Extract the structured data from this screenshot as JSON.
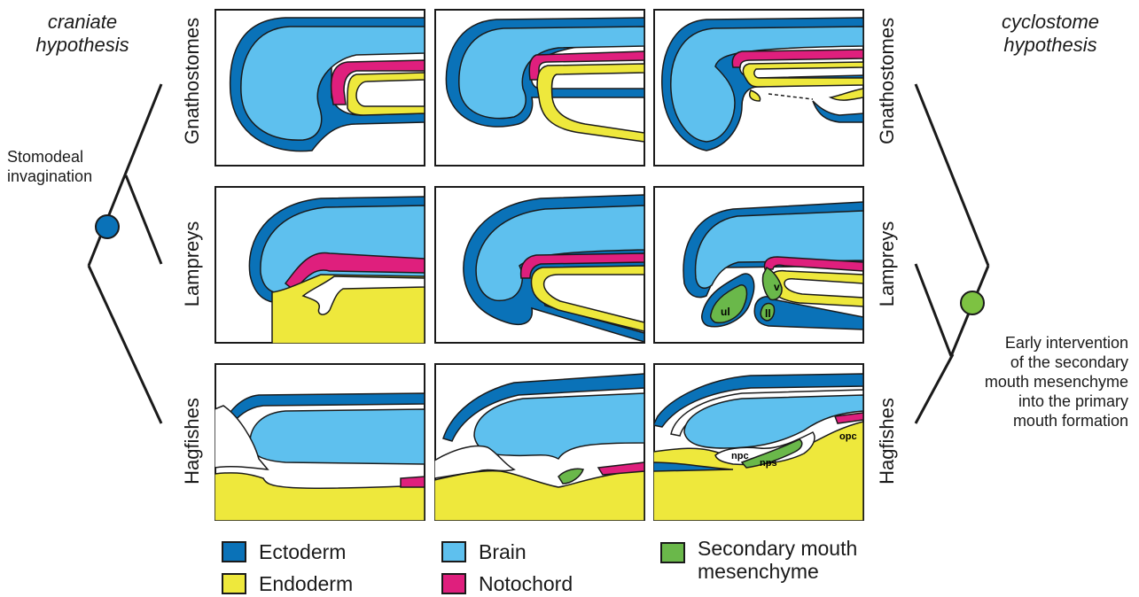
{
  "left_hypothesis": "craniate\nhypothesis",
  "right_hypothesis": "cyclostome\nhypothesis",
  "left_node_label": "Stomodeal\ninvagination",
  "right_node_label": "Early intervention\nof the secondary\nmouth mesenchyme\ninto the primary\nmouth formation",
  "rows": [
    "Gnathostomes",
    "Lampreys",
    "Hagfishes"
  ],
  "panel_labels": {
    "upper_lip": "ul",
    "lower_lip": "ll",
    "velum": "v",
    "nasopharyngeal_canal": "npc",
    "nasopharyngeal_septum": "nps",
    "oropharyngeal_cavity": "opc"
  },
  "legend": [
    {
      "label": "Ectoderm",
      "color": "#0a72b8"
    },
    {
      "label": "Endoderm",
      "color": "#eee83c"
    },
    {
      "label": "Brain",
      "color": "#5ec0ee"
    },
    {
      "label": "Notochord",
      "color": "#df1f7d"
    },
    {
      "label": "Secondary mouth\nmesenchyme",
      "color": "#6ab84a"
    }
  ],
  "colors": {
    "ectoderm": "#0a72b8",
    "endoderm": "#eee83c",
    "brain": "#5ec0ee",
    "notochord": "#df1f7d",
    "mesenchyme": "#6ab84a",
    "node_left": "#0a72b8",
    "node_right": "#7dc242"
  }
}
